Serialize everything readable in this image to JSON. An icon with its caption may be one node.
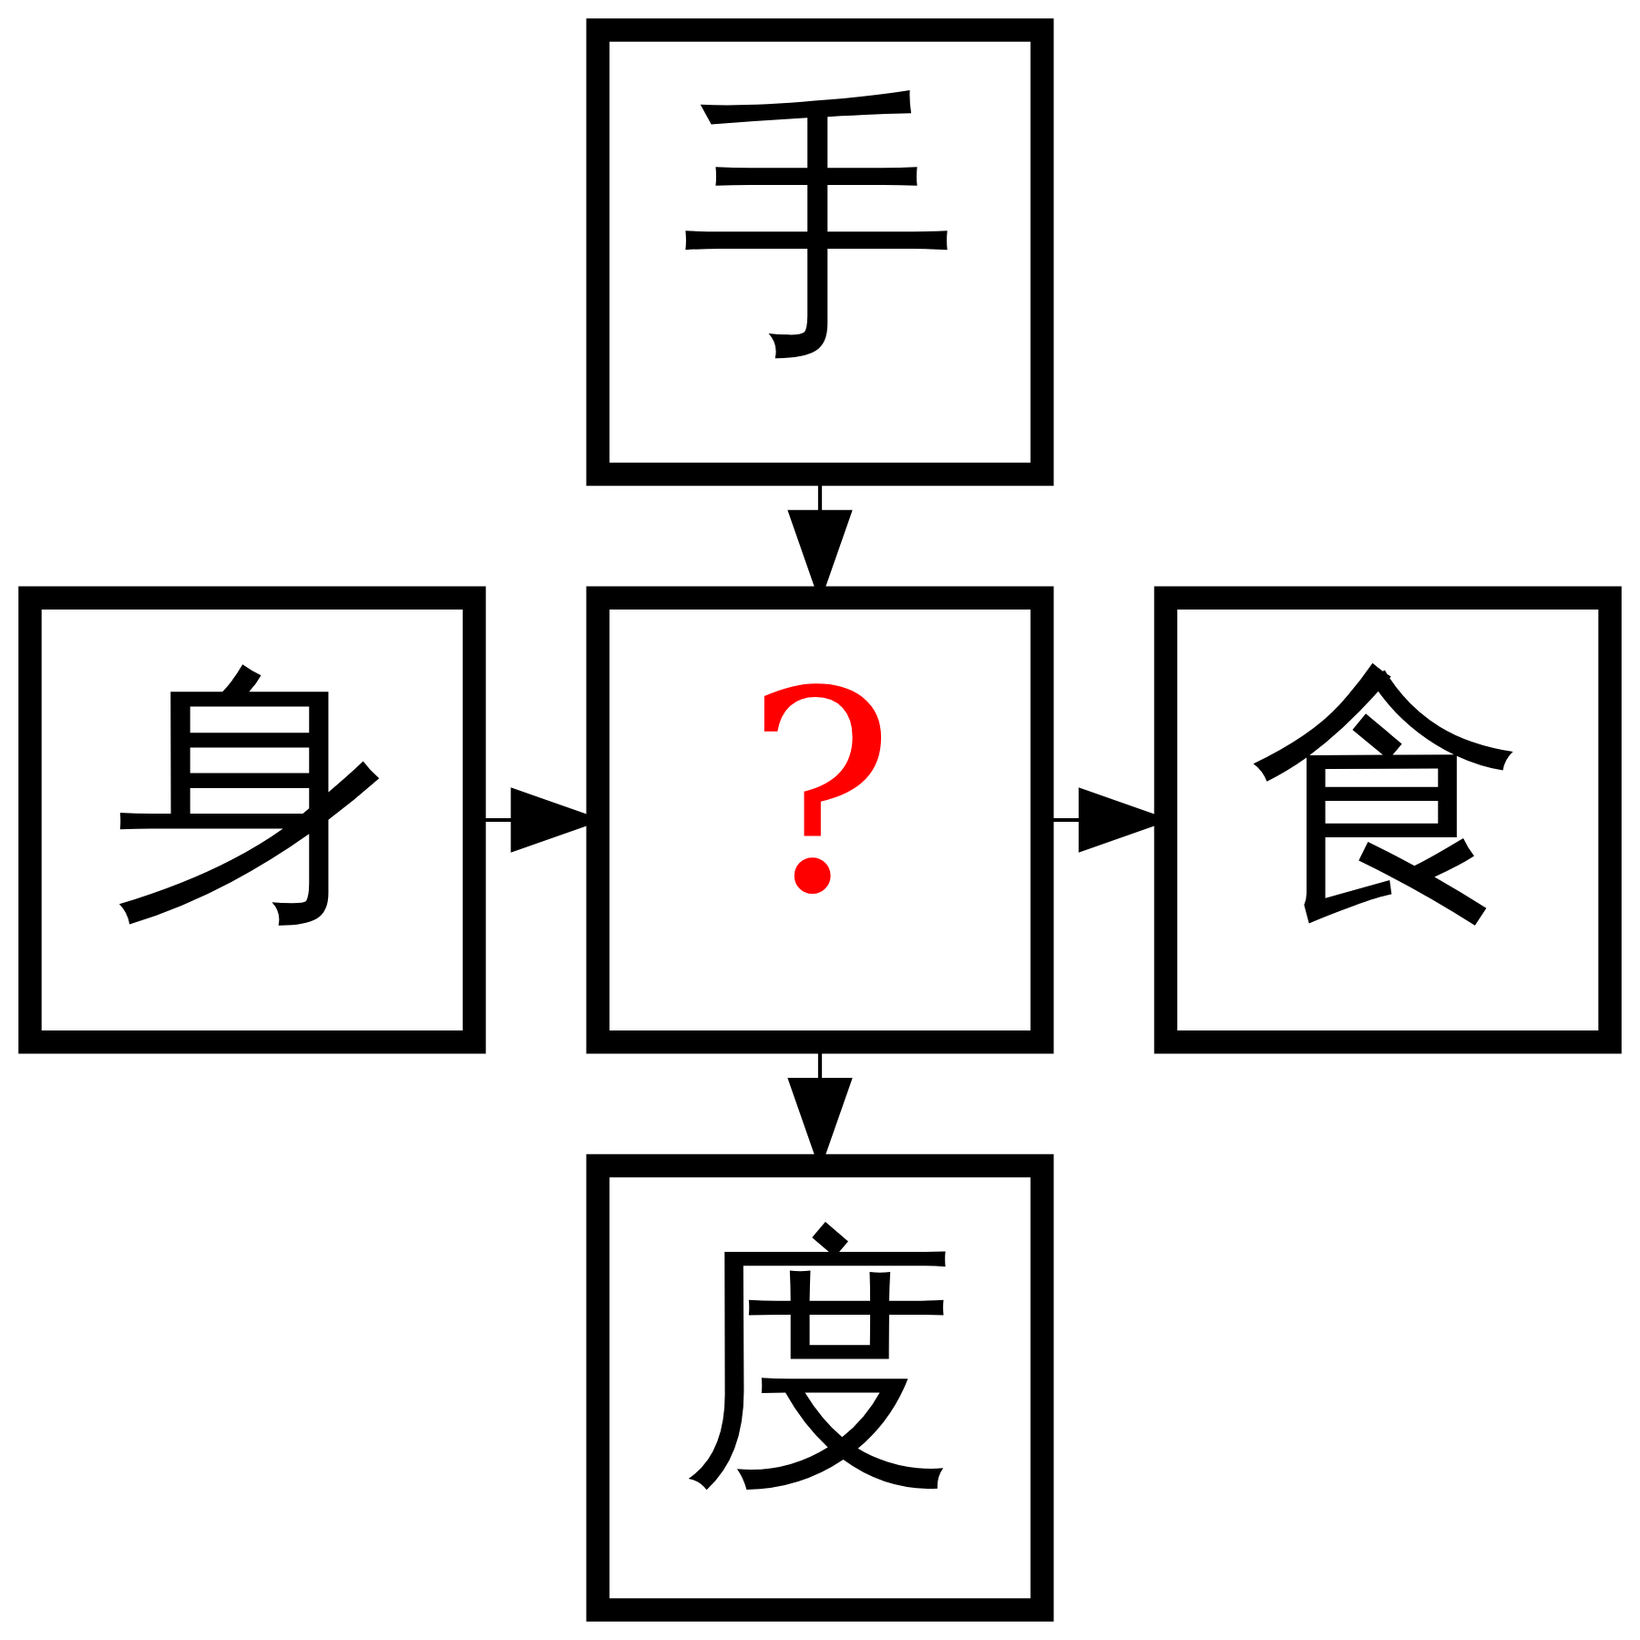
{
  "diagram": {
    "nodes": [
      {
        "text": [
          "手"
        ]
      },
      {
        "text": [
          "身"
        ]
      },
      {
        "text": [
          "?"
        ]
      },
      {
        "text": [
          "食"
        ]
      },
      {
        "text": [
          "度"
        ]
      }
    ],
    "edges": [
      {
        "from": 0,
        "to": 2,
        "arrow": "to"
      },
      {
        "from": 1,
        "to": 2,
        "arrow": "to"
      },
      {
        "from": 2,
        "to": 3,
        "arrow": "to"
      },
      {
        "from": 2,
        "to": 4,
        "arrow": "to"
      }
    ]
  }
}
